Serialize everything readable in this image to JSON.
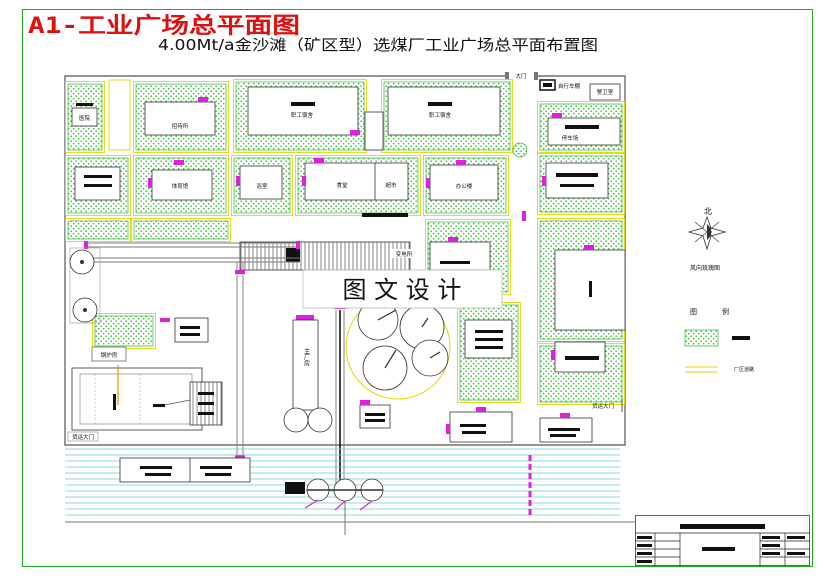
{
  "sheet": {
    "tag": "A1-工业广场总平面图",
    "title": "4.00Mt/a金沙滩（矿区型）选煤厂工业广场总平面布置图"
  },
  "buildings": {
    "main_gate": "大门",
    "bike_shed": "自行车棚",
    "guard_room": "警卫室",
    "clinic": "医院",
    "guest_house": "招待所",
    "dormitory_west": "职工宿舍",
    "dormitory_east": "职工宿舍",
    "parking": "停车场",
    "gymnasium": "体育馆",
    "bathhouse": "浴室",
    "canteen": "食堂",
    "supermarket": "超市",
    "office": "办公楼",
    "substation": "变电所",
    "boiler_house": "锅炉房",
    "main_plant": "主厂房",
    "freight_gate_east": "货运大门",
    "freight_gate_west": "货运大门"
  },
  "watermark": "图 文 设 计",
  "wind_rose": {
    "north": "北",
    "caption": "风向玫瑰图"
  },
  "legend": {
    "heading_left": "图",
    "heading_right": "例",
    "road_label": "厂区道路"
  },
  "colors": {
    "frame": "#22aa22",
    "sheet_tag": "#e01010",
    "road": "#e6d800",
    "grass": "#33bb33",
    "entrance": "#e020e0",
    "rail": "#66cccc"
  }
}
